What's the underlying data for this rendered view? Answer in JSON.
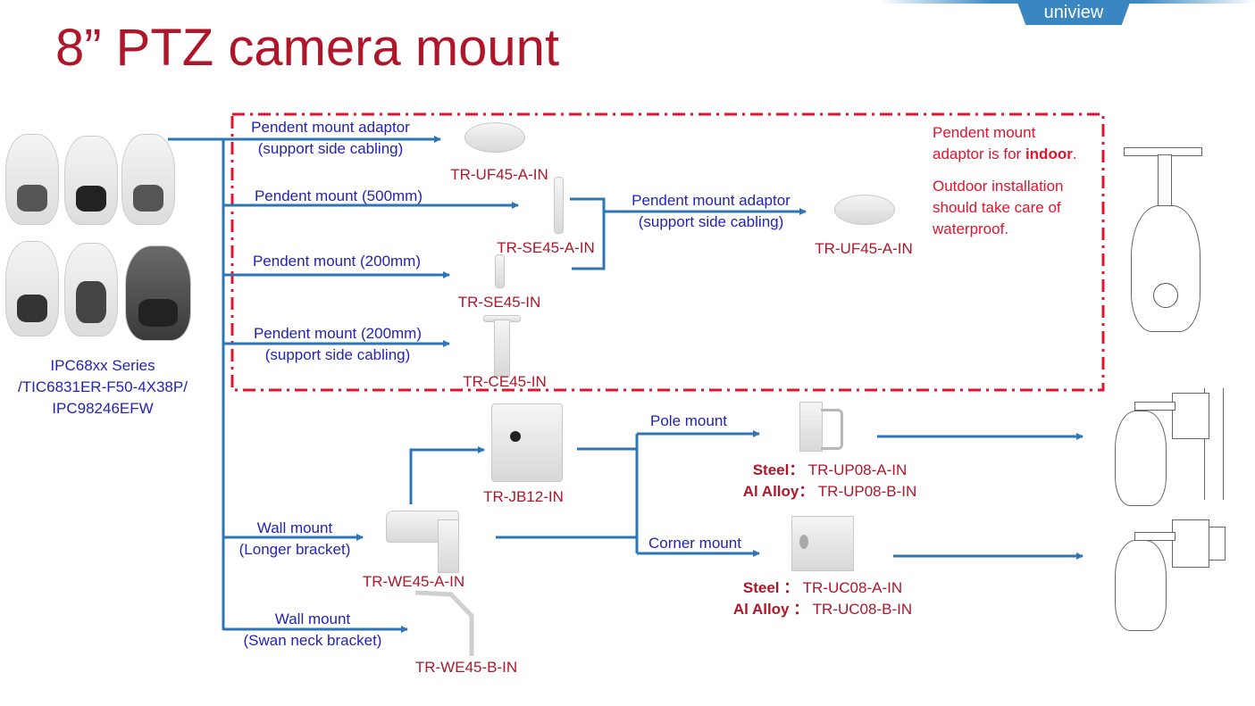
{
  "header": {
    "title": "8” PTZ camera mount",
    "brand": "uniview"
  },
  "colors": {
    "title_red": "#b0162a",
    "label_blue": "#2323b4",
    "line_blue": "#2e75b6",
    "note_red": "#e0142d",
    "box_dash_red": "#e0142d"
  },
  "cameras": {
    "caption_lines": [
      "IPC68xx Series",
      "/TIC6831ER-F50-4X38P/",
      "IPC98246EFW"
    ],
    "image_icon": "ptz-camera-icon"
  },
  "pendent_group": {
    "branches": [
      {
        "label_lines": [
          "Pendent  mount adaptor",
          "(support side cabling)"
        ],
        "model": "TR-UF45-A-IN"
      },
      {
        "label_lines": [
          "Pendent  mount (500mm)"
        ],
        "model": "TR-SE45-A-IN"
      },
      {
        "label_lines": [
          "Pendent  mount (200mm)"
        ],
        "model": "TR-SE45-IN"
      },
      {
        "label_lines": [
          "Pendent  mount (200mm)",
          "(support side cabling)"
        ],
        "model": "TR-CE45-IN"
      }
    ],
    "adaptor": {
      "label_lines": [
        "Pendent  mount adaptor",
        "(support side cabling)"
      ],
      "model": "TR-UF45-A-IN"
    },
    "note": {
      "line1": "Pendent  mount",
      "line2_prefix": "adaptor is for ",
      "line2_bold": "indoor",
      "line2_suffix": ".",
      "line3": "Outdoor installation",
      "line4": "should take care of",
      "line5": "waterproof."
    }
  },
  "wall_group": {
    "wall_longer": {
      "label_lines": [
        "Wall mount",
        "(Longer bracket)"
      ],
      "model": "TR-WE45-A-IN"
    },
    "wall_swan": {
      "label_lines": [
        "Wall mount",
        "(Swan neck bracket)"
      ],
      "model": "TR-WE45-B-IN"
    },
    "junction_box": {
      "model": "TR-JB12-IN"
    },
    "pole_mount": {
      "label": "Pole mount",
      "steel_label": "Steel：",
      "steel_model": "TR-UP08-A-IN",
      "alloy_label": "Al Alloy：",
      "alloy_model": "TR-UP08-B-IN"
    },
    "corner_mount": {
      "label": "Corner mount",
      "steel_label": "Steel ：",
      "steel_model": "TR-UC08-A-IN",
      "alloy_label": "Al Alloy ：",
      "alloy_model": "TR-UC08-B-IN"
    }
  }
}
